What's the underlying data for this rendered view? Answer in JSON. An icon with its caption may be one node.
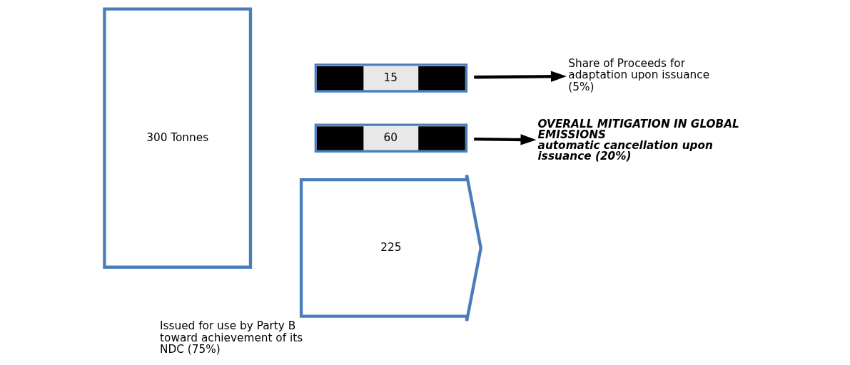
{
  "diagram": {
    "nodes": [
      {
        "text": [
          "300 Tonnes"
        ]
      },
      {
        "text": [
          "15"
        ]
      },
      {
        "text": [
          "60"
        ]
      },
      {
        "text": [
          "225"
        ],
        "beside": [
          "Issued for use by Party B toward achievement of its NDC (75%)"
        ]
      },
      {
        "text": [
          "Share of Proceeds for adaptation upon issuance (5%)"
        ]
      },
      {
        "text": [
          "OVERALL MITIGATION IN GLOBAL EMISSIONS",
          "automatic cancellation upon issuance (20%)"
        ]
      }
    ],
    "edges": [
      {
        "from": 1,
        "to": 4,
        "arrow": "to"
      },
      {
        "from": 2,
        "to": 5,
        "arrow": "to"
      }
    ]
  }
}
